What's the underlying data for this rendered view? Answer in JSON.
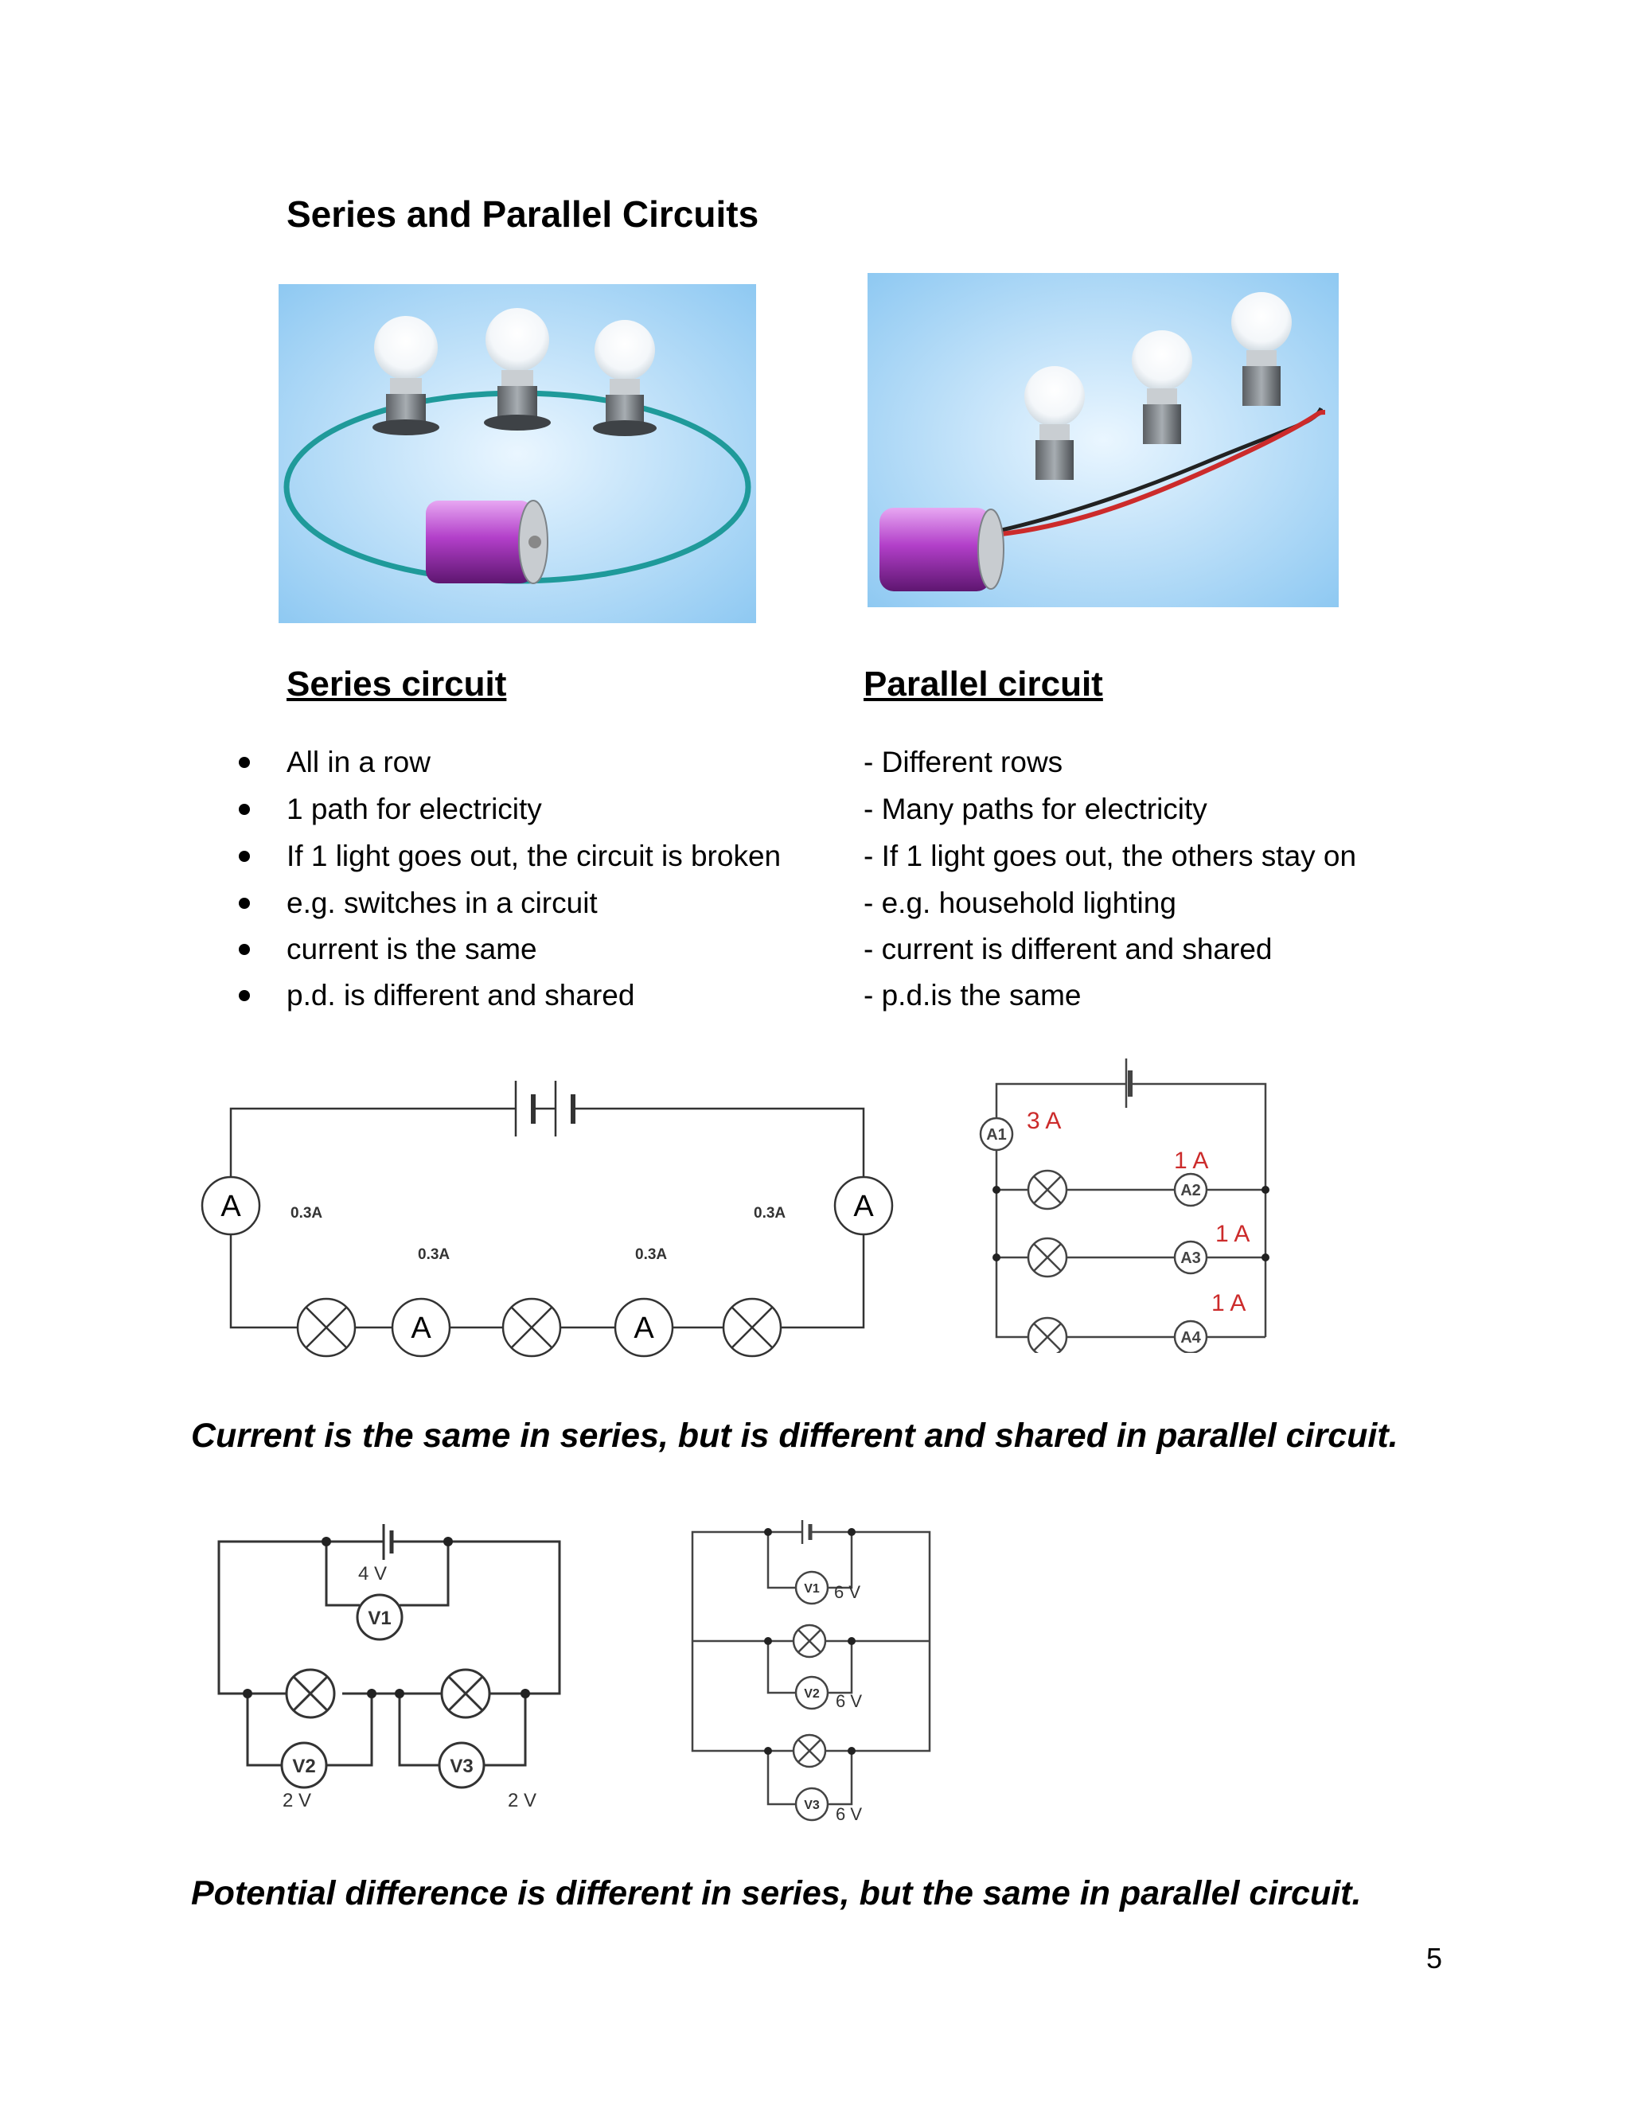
{
  "title": "Series and Parallel Circuits",
  "series": {
    "heading": "Series circuit",
    "items": [
      "All in a row",
      "1 path for electricity",
      "If 1 light goes out, the circuit is broken",
      "e.g. switches in a circuit",
      "current is the same",
      "p.d. is different and shared"
    ]
  },
  "parallel": {
    "heading": "Parallel circuit",
    "items": [
      "- Different rows",
      "- Many paths for electricity",
      "- If 1 light goes out, the others stay on",
      "- e.g. household lighting",
      "- current is different and shared",
      "- p.d.is the same"
    ]
  },
  "series_current_diagram": {
    "ammeter_symbol": "A",
    "readings": [
      "0.3A",
      "0.3A",
      "0.3A",
      "0.3A"
    ]
  },
  "parallel_current_diagram": {
    "meters": [
      "A1",
      "A2",
      "A3",
      "A4"
    ],
    "readings": [
      "3 A",
      "1 A",
      "1 A",
      "1 A"
    ]
  },
  "caption_current": "Current is the same in series, but is different and shared in parallel circuit.",
  "series_voltage_diagram": {
    "meters": [
      "V1",
      "V2",
      "V3"
    ],
    "readings": [
      "4 V",
      "2 V",
      "2 V"
    ]
  },
  "parallel_voltage_diagram": {
    "meters": [
      "V1",
      "V2",
      "V3"
    ],
    "readings": [
      "6 V",
      "6 V",
      "6 V"
    ]
  },
  "caption_pd": "Potential difference is different in series, but the same in parallel circuit.",
  "page_number": "5",
  "colors": {
    "sky": "#a9d6f7",
    "battery": "#b23fc9",
    "series_wire": "#1f9a9a",
    "parallel_wire_red": "#cc2b2b",
    "reading_red": "#cc2b2b"
  }
}
